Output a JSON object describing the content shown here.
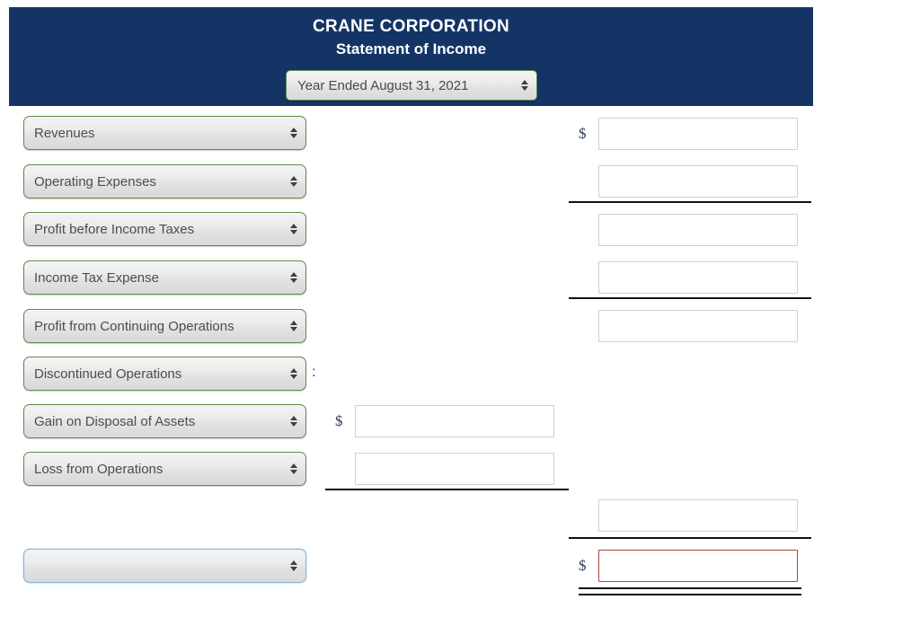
{
  "header": {
    "company_name": "CRANE CORPORATION",
    "statement_name": "Statement of Income",
    "period_select": {
      "value": "Year Ended August 31, 2021"
    },
    "background_color": "#133465"
  },
  "colors": {
    "banner_navy": "#133465",
    "select_border_green": "#5e8c4b",
    "select_border_blue": "#7fb4e2",
    "input_border_default": "#cfcfcf",
    "input_border_error": "#a94442",
    "rule_black": "#111111"
  },
  "symbols": {
    "dollar": "$",
    "colon": ":"
  },
  "rows": [
    {
      "label": "Revenues",
      "border": "green"
    },
    {
      "label": "Operating Expenses",
      "border": "green"
    },
    {
      "label": "Profit before Income Taxes",
      "border": "green"
    },
    {
      "label": "Income Tax Expense",
      "border": "green"
    },
    {
      "label": "Profit from Continuing Operations",
      "border": "green"
    },
    {
      "label": "Discontinued Operations",
      "border": "green"
    },
    {
      "label": "Gain on Disposal of Assets",
      "border": "green"
    },
    {
      "label": "Loss from Operations",
      "border": "green"
    },
    {
      "label": "",
      "border": "blue"
    }
  ],
  "inputs": {
    "revenues_amount": "",
    "operating_expenses_amount": "",
    "profit_before_income_taxes_amount": "",
    "income_tax_expense_amount": "",
    "profit_continuing_operations_amount": "",
    "gain_on_disposal_amount": "",
    "loss_from_operations_amount": "",
    "discontinued_operations_subtotal": "",
    "net_profit_amount": ""
  },
  "placeholders": {
    "amount": ""
  }
}
